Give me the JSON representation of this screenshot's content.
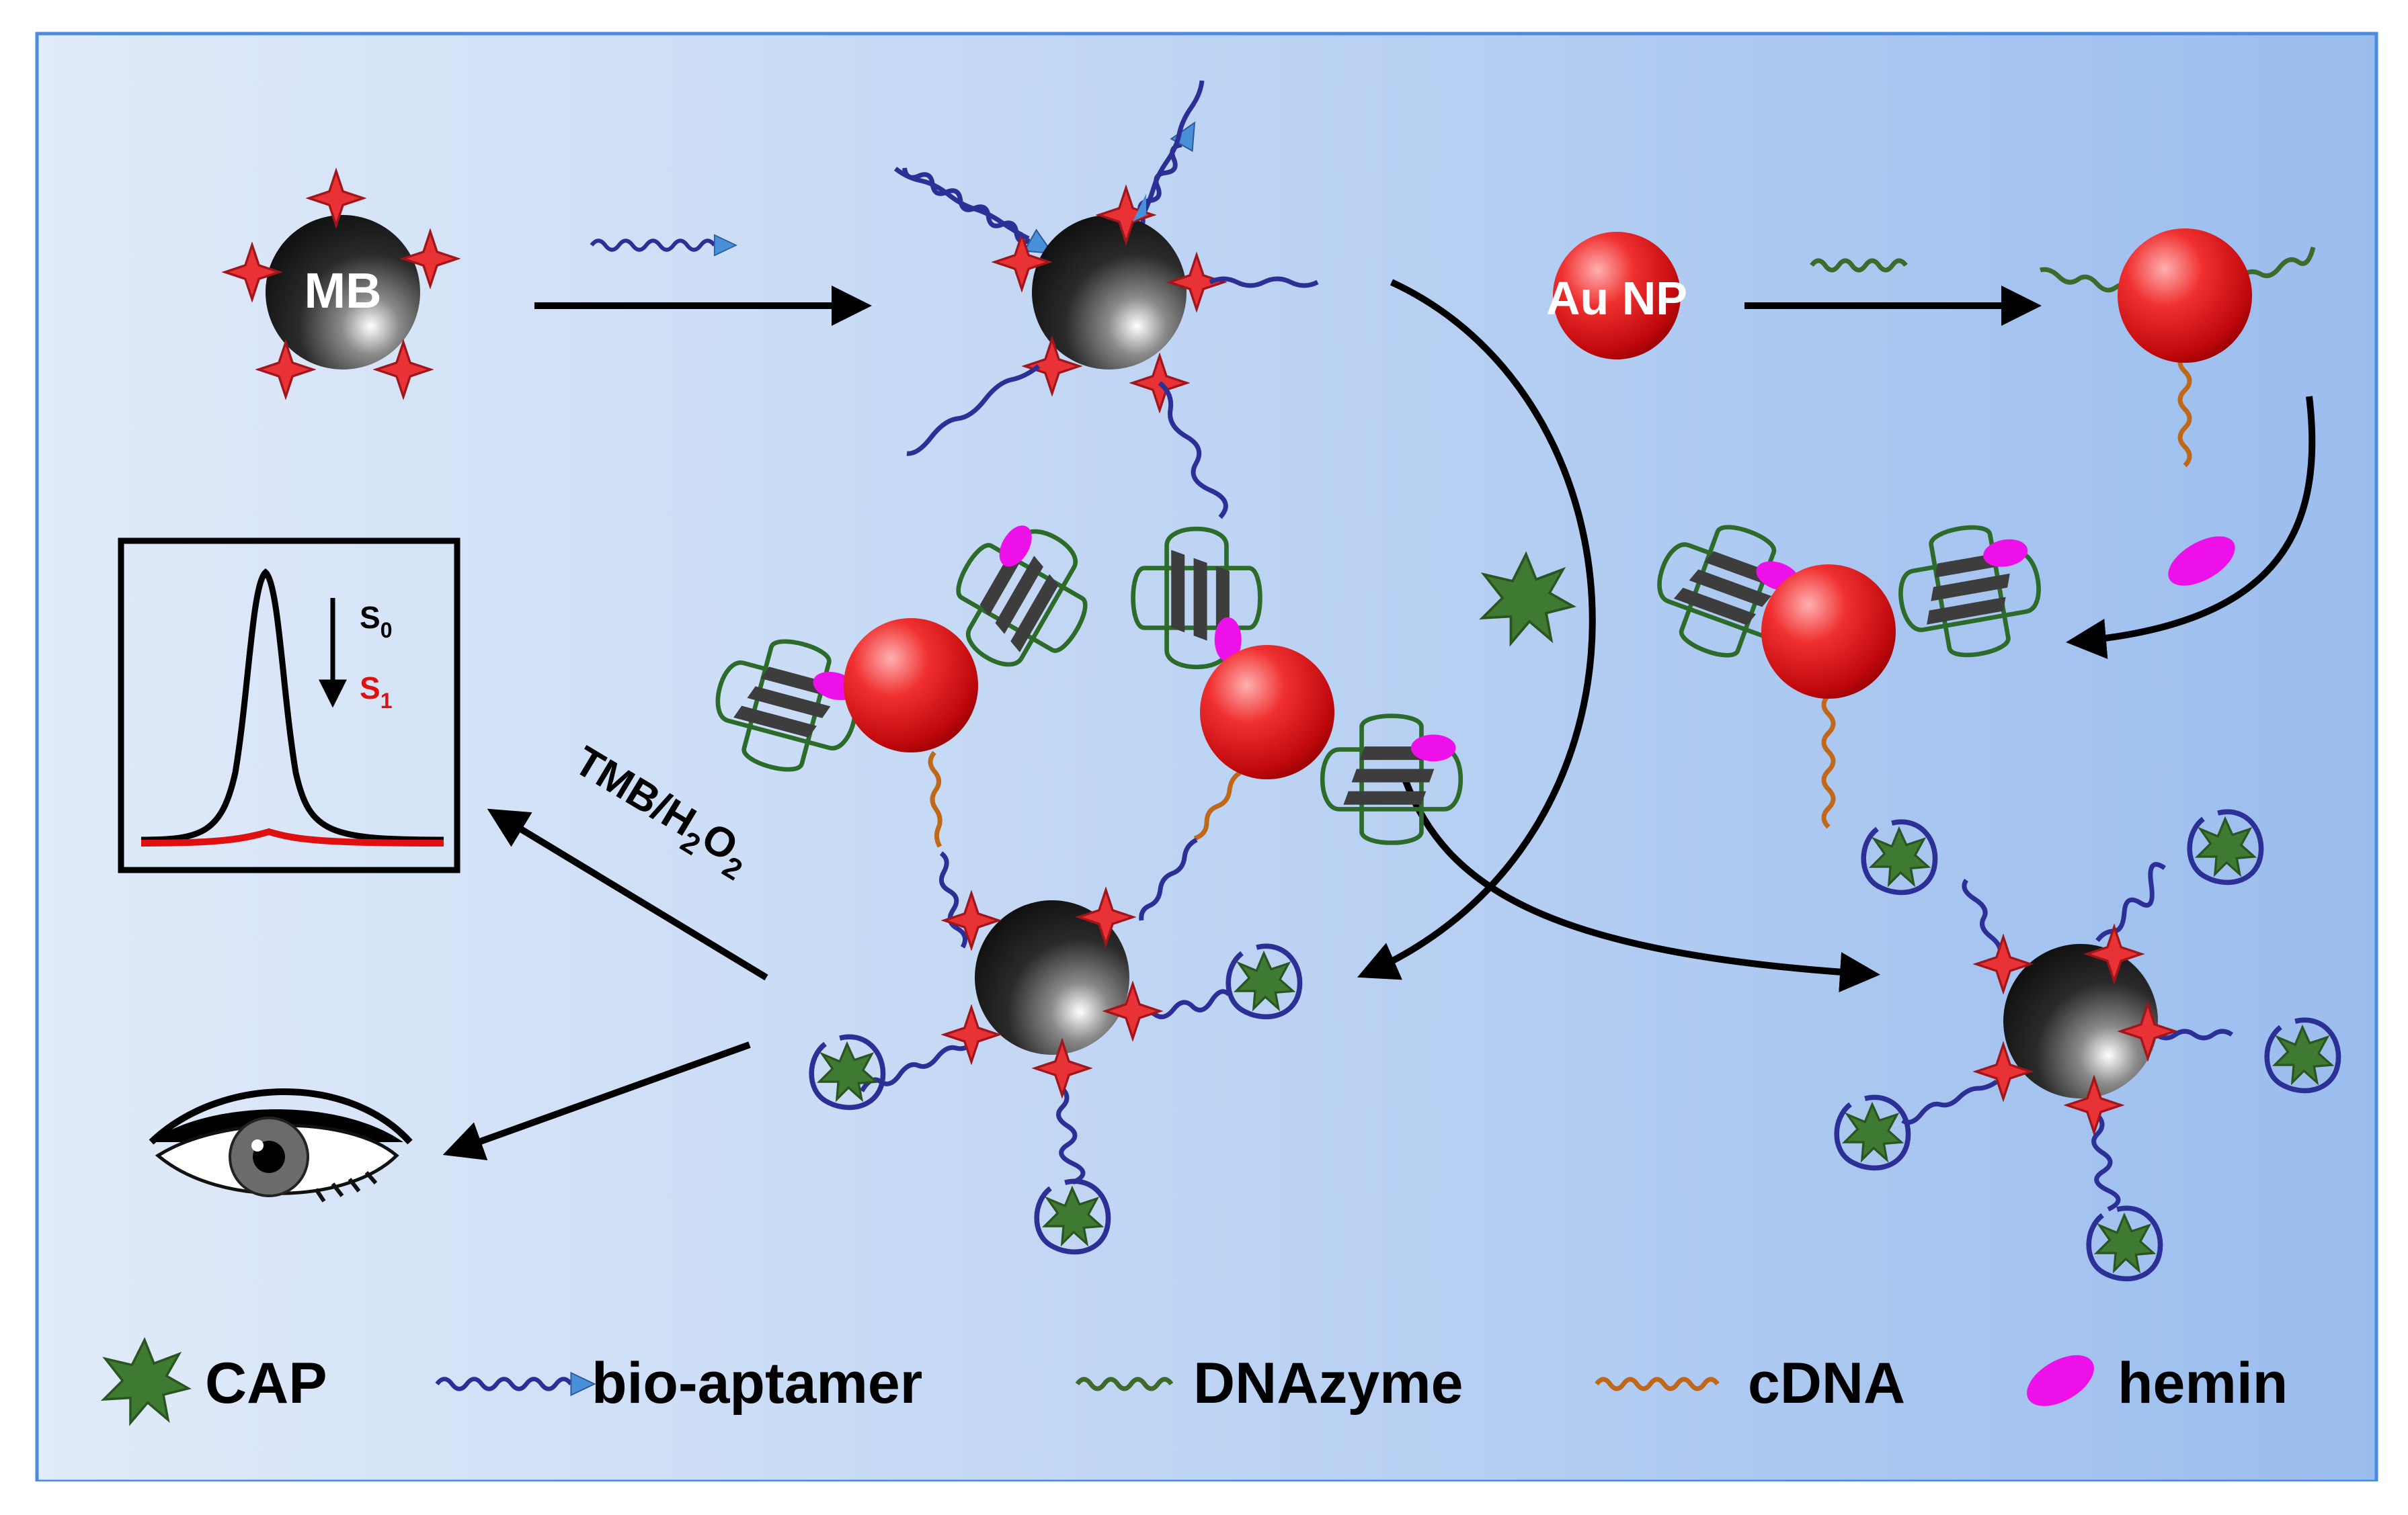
{
  "colors": {
    "background_left": "#dfeaf9",
    "background_right": "#9ec0ef",
    "frame": "#4a8ae0",
    "aptamer": "#2c2f95",
    "aptamer_arrow": "#4a90d9",
    "dnazyme": "#3e6b2c",
    "cdna": "#c0681a",
    "hemin": "#ee10e8",
    "cap": "#3f7a32",
    "star": "#e83236",
    "gold": "#e0181c",
    "signal_s0": "#000000",
    "signal_s1": "#e01010"
  },
  "particles": {
    "mb": "MB",
    "au": "Au NP"
  },
  "readout": {
    "s0_main": "S",
    "s0_sub": "0",
    "s1_main": "S",
    "s1_sub": "1",
    "reagent_main": "TMB/H",
    "reagent_sub1": "2",
    "reagent_mid": "O",
    "reagent_sub2": "2"
  },
  "legend": {
    "cap": "CAP",
    "aptamer": "bio-aptamer",
    "dnazyme": "DNAzyme",
    "cdna": "cDNA",
    "hemin": "hemin"
  }
}
